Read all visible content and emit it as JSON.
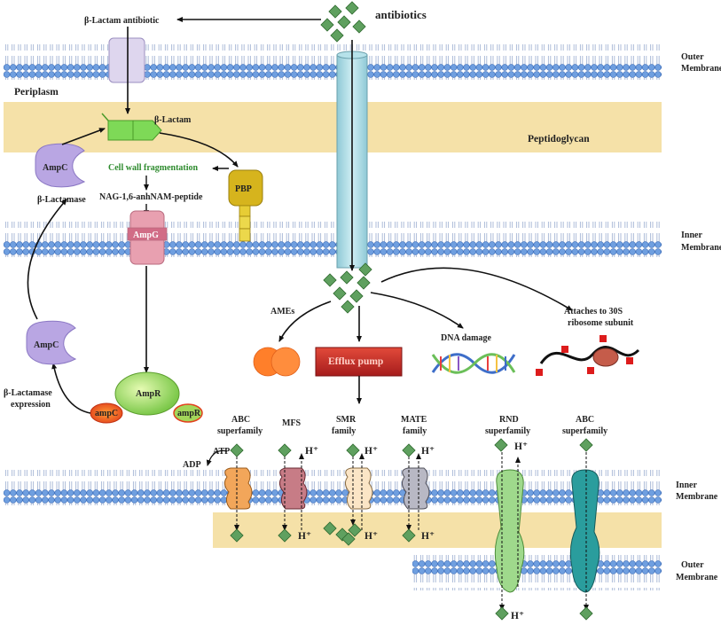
{
  "labels": {
    "antibiotics": "antibiotics",
    "beta_lactam_antibiotic": "β-Lactam antibiotic",
    "outer_membrane_1": "Outer",
    "outer_membrane_2": "Membrane",
    "periplasm": "Periplasm",
    "beta_lactam": "β-Lactam",
    "peptidoglycan": "Peptidoglycan",
    "ampc_top": "AmpC",
    "cell_wall_fragmentation": "Cell wall fragmentation",
    "pbp": "PBP",
    "beta_lactamase": "β-Lactamase",
    "nag_peptide": "NAG-1,6-anhNAM-peptide",
    "ampg": "AmpG",
    "inner_membrane_1": "Inner",
    "inner_membrane_2": "Membrane",
    "ampc_bottom": "AmpC",
    "ames": "AMEs",
    "efflux_pump": "Efflux pump",
    "dna_damage": "DNA damage",
    "attaches_1": "Attaches to 30S",
    "attaches_2": "ribosome subunit",
    "beta_lactamase_expression_1": "β-Lactamase",
    "beta_lactamase_expression_2": "expression",
    "ampr": "AmpR",
    "ampc_gene": "ampC",
    "ampr_gene": "ampR",
    "abc_1": "ABC",
    "abc_2": "superfamily",
    "mfs": "MFS",
    "smr_1": "SMR",
    "smr_2": "family",
    "mate_1": "MATE",
    "mate_2": "family",
    "rnd_1": "RND",
    "rnd_2": "superfamily",
    "abc2_1": "ABC",
    "abc2_2": "superfamily",
    "atp": "ATP",
    "adp": "ADP",
    "h_plus": "H⁺",
    "inner_membrane_b1": "Inner",
    "inner_membrane_b2": "Membrane",
    "outer_membrane_b1": "Outer",
    "outer_membrane_b2": "Membrane"
  },
  "colors": {
    "lipid_head": "#6f9fe0",
    "peptidoglycan": "#f5e1a8",
    "antibiotic": "#5fa05f",
    "ampc": "#b9a6e3",
    "ampg": "#e8a0b0",
    "pbp": "#d6b41d",
    "efflux": "#c62828",
    "ampr": "#8fd45a",
    "ames": "#ff7f2a",
    "rnd": "#9fd98c",
    "abc2": "#2a9d9d"
  },
  "icons": [
    "antibiotic-diamond-icon",
    "membrane-channel-icon",
    "dna-helix-icon",
    "ribosome-icon"
  ]
}
